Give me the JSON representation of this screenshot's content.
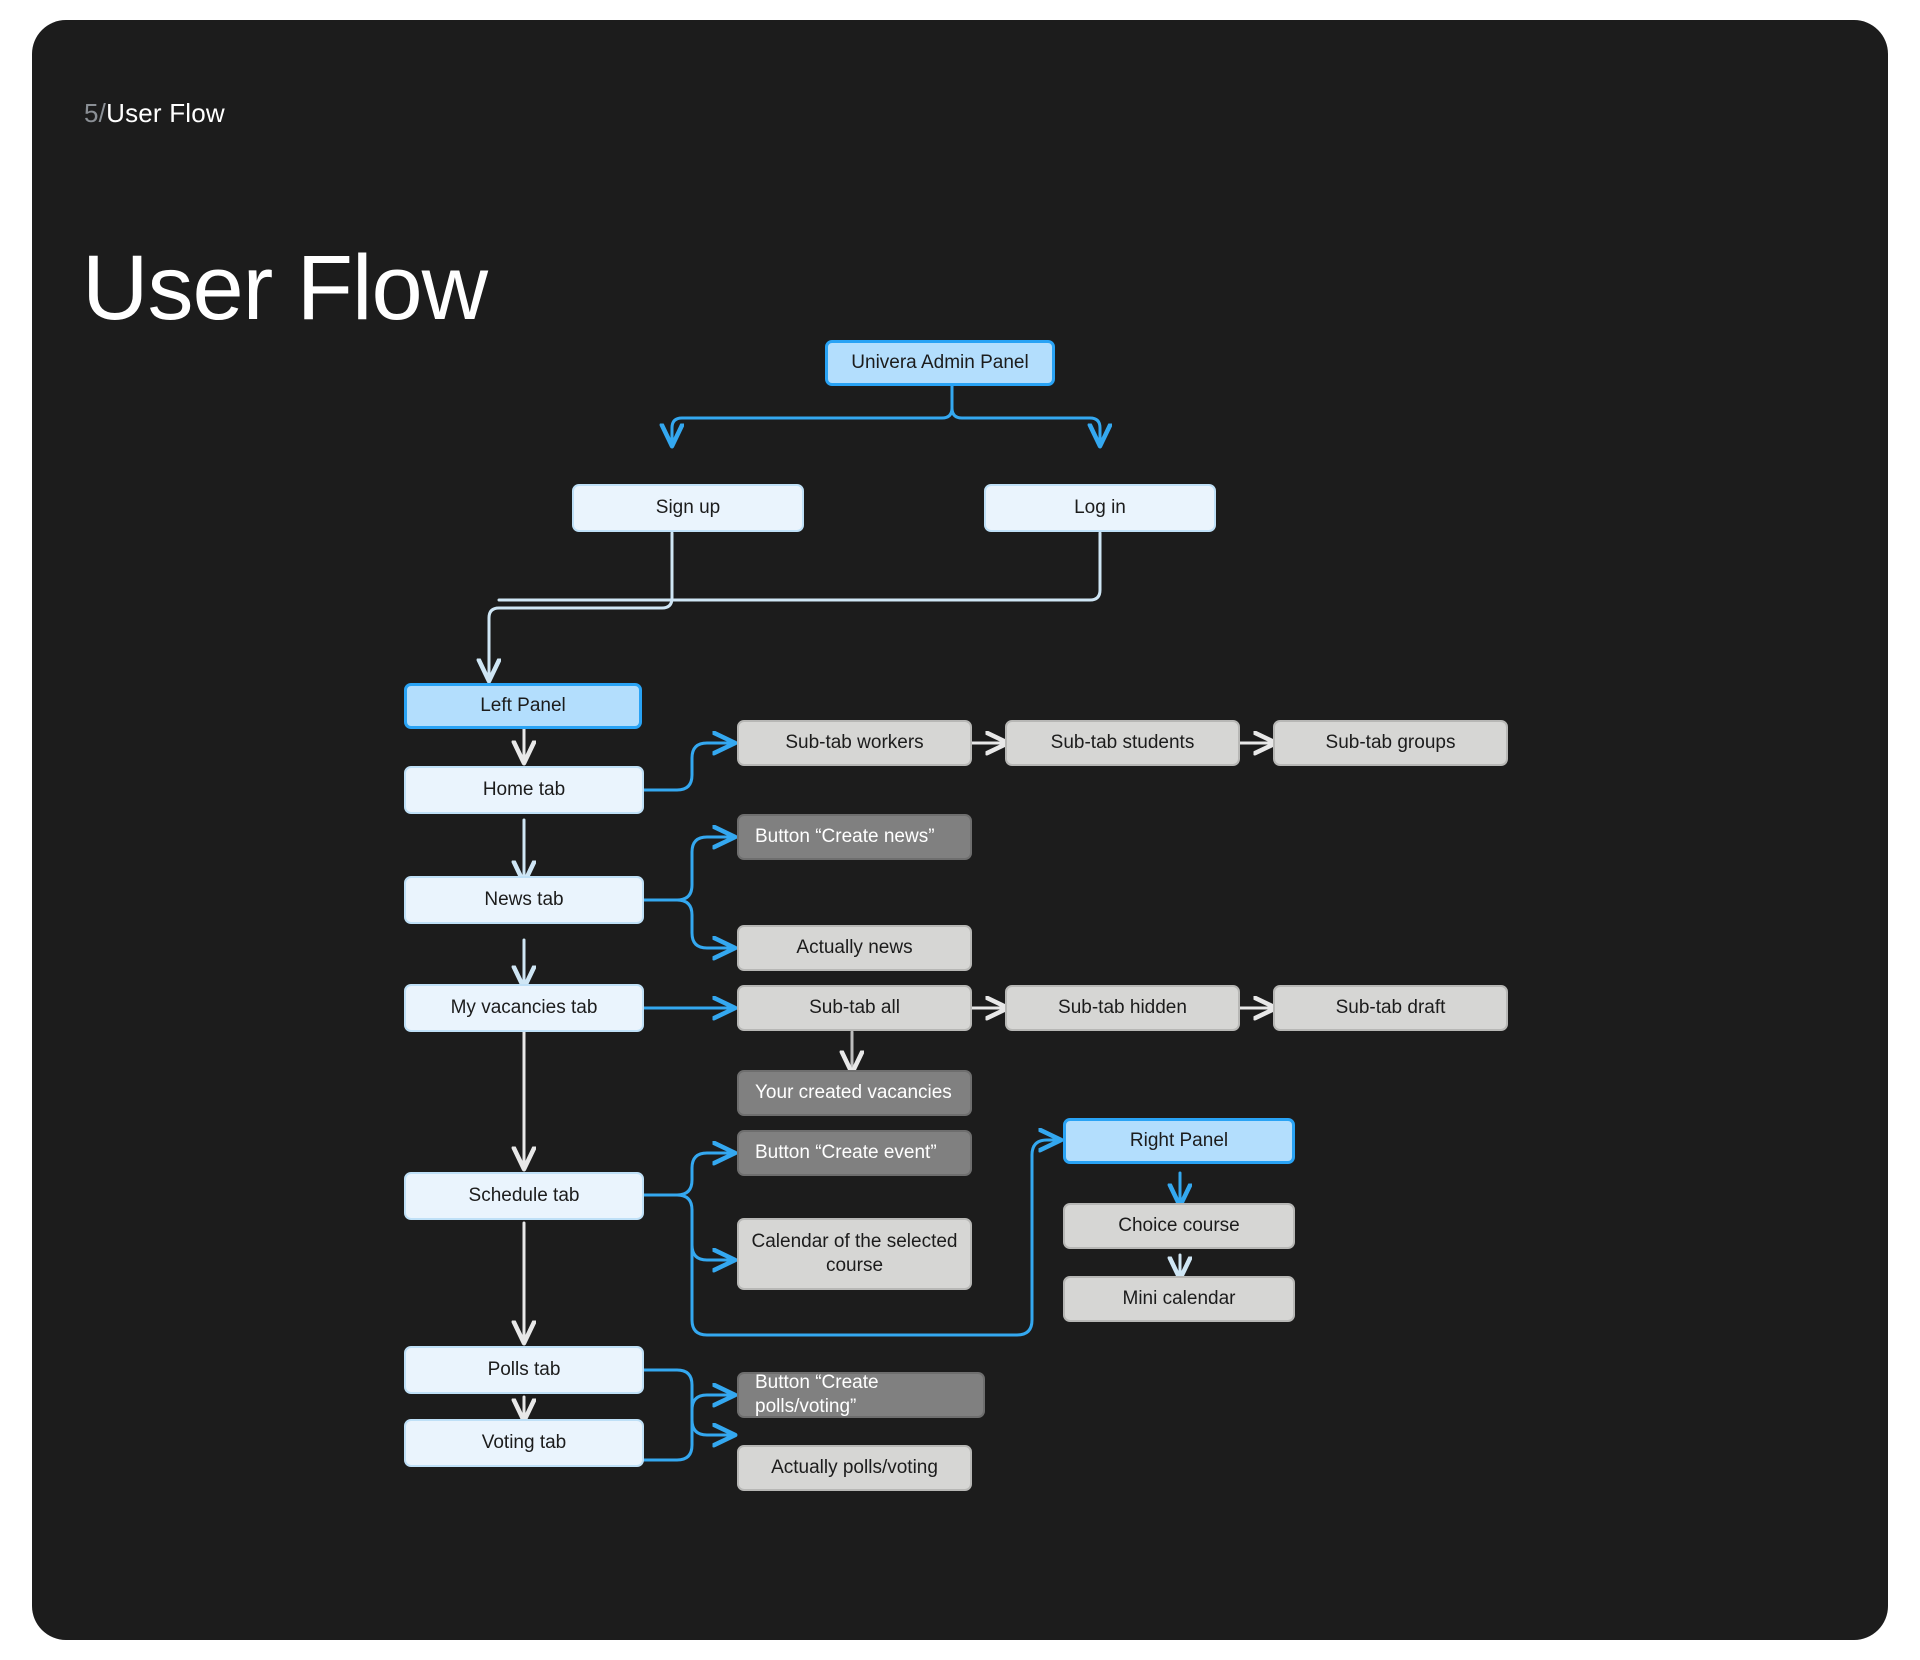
{
  "slide": {
    "kicker_number": "5/",
    "kicker_text": "User Flow",
    "title": "User Flow"
  },
  "colors": {
    "background": "#ffffff",
    "card": "#1c1c1c",
    "accent_blue": "#29a3f5",
    "node_blue_strong": "#b3defd",
    "node_blue_pale": "#eaf4fd",
    "node_gray_light": "#d6d6d4",
    "node_gray_dark": "#808080",
    "connector_blue": "#34a8f0",
    "connector_pale": "#cfe6f5",
    "connector_white": "#e8e8e8"
  },
  "flow": {
    "root": {
      "label": "Univera Admin Panel"
    },
    "auth": [
      {
        "label": "Sign up"
      },
      {
        "label": "Log in"
      }
    ],
    "left_panel": {
      "label": "Left Panel"
    },
    "tabs": [
      {
        "label": "Home tab"
      },
      {
        "label": "News tab"
      },
      {
        "label": "My vacancies tab"
      },
      {
        "label": "Schedule tab"
      },
      {
        "label": "Polls tab"
      },
      {
        "label": "Voting tab"
      }
    ],
    "home_subtabs": [
      {
        "label": "Sub-tab workers"
      },
      {
        "label": "Sub-tab students"
      },
      {
        "label": "Sub-tab groups"
      }
    ],
    "news_children": [
      {
        "label": "Button “Create news”",
        "style": "gray-dark"
      },
      {
        "label": "Actually news",
        "style": "gray-light"
      }
    ],
    "vacancies_subtabs": [
      {
        "label": "Sub-tab all"
      },
      {
        "label": "Sub-tab hidden"
      },
      {
        "label": "Sub-tab draft"
      }
    ],
    "vacancies_detail": {
      "label": "Your created vacancies"
    },
    "schedule_children": [
      {
        "label": "Button “Create event”",
        "style": "gray-dark"
      },
      {
        "label": "Calendar of the selected course",
        "style": "gray-light"
      }
    ],
    "right_panel": {
      "label": "Right Panel"
    },
    "right_panel_children": [
      {
        "label": "Choice course"
      },
      {
        "label": "Mini calendar"
      }
    ],
    "polls_children": [
      {
        "label": "Button “Create polls/voting”",
        "style": "gray-dark"
      },
      {
        "label": "Actually polls/voting",
        "style": "gray-light"
      }
    ]
  }
}
